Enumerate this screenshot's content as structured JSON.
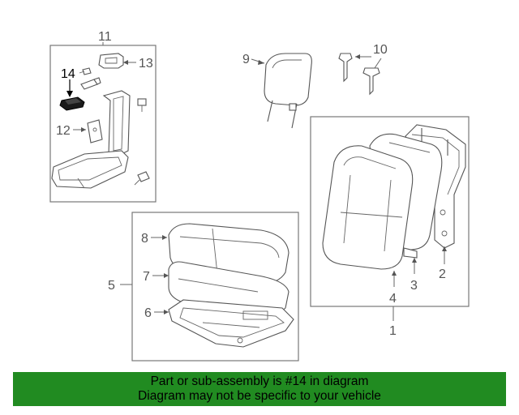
{
  "callouts": {
    "c1": "1",
    "c2": "2",
    "c3": "3",
    "c4": "4",
    "c5": "5",
    "c6": "6",
    "c7": "7",
    "c8": "8",
    "c9": "9",
    "c10": "10",
    "c11": "11",
    "c12": "12",
    "c13": "13",
    "c14": "14"
  },
  "highlighted_part": "14",
  "colors": {
    "banner_bg": "#218b21",
    "highlight_fill": "#1a1a1a",
    "line": "#555555"
  },
  "banner": {
    "line1": "Part or sub-assembly is #14 in diagram",
    "line2": "Diagram may not be specific to your vehicle"
  }
}
